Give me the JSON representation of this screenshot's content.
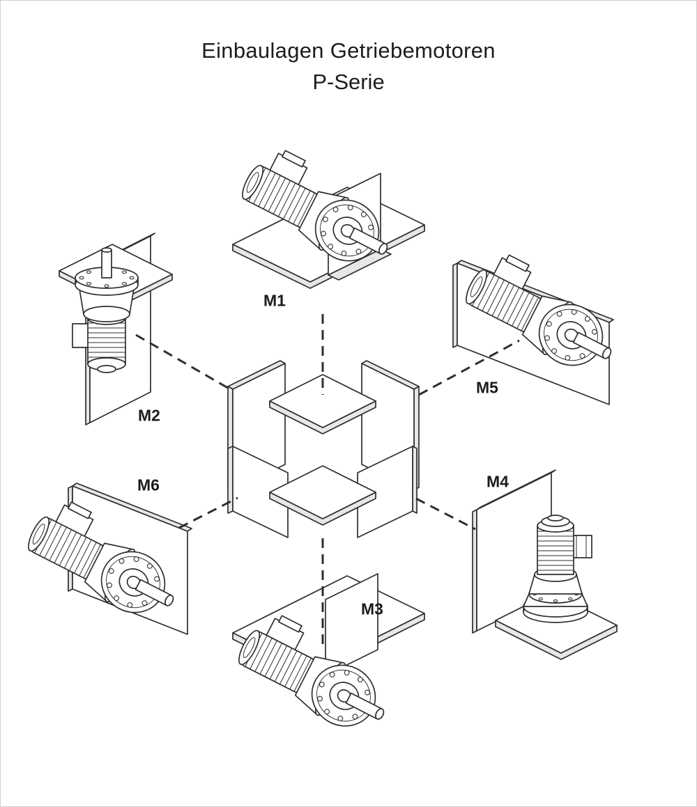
{
  "page": {
    "title_line1": "Einbaulagen Getriebemotoren",
    "title_line2": "P-Serie"
  },
  "positions": {
    "m1": {
      "label": "M1"
    },
    "m2": {
      "label": "M2"
    },
    "m3": {
      "label": "M3"
    },
    "m4": {
      "label": "M4"
    },
    "m5": {
      "label": "M5"
    },
    "m6": {
      "label": "M6"
    }
  },
  "colors": {
    "line": "#2e2e2e",
    "shade": "#e7e7e7",
    "background": "#ffffff",
    "frame": "#cfcfcf",
    "text": "#1c1c1c"
  }
}
